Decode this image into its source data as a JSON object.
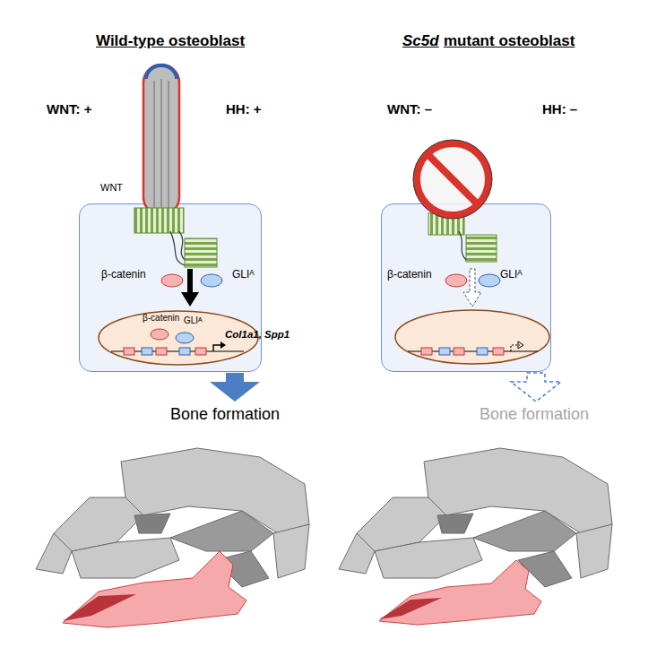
{
  "diagram": {
    "nodes": [
      {
        "text": [
          "β-catenin",
          "GLIᴬ"
        ]
      },
      {
        "text": [
          "β-catenin",
          "GLIᴬ",
          "Col1a1, Spp1"
        ],
        "in": 0
      },
      {
        "text": [
          "β-catenin",
          "GLIᴬ"
        ]
      }
    ],
    "labels": [
      "Wild-type osteoblast",
      "WNT: +",
      "HH: +",
      "WNT",
      "Bone formation",
      "Sc5d",
      "mutant osteoblast",
      "WNT: –",
      "HH: –",
      "Bone formation"
    ]
  }
}
